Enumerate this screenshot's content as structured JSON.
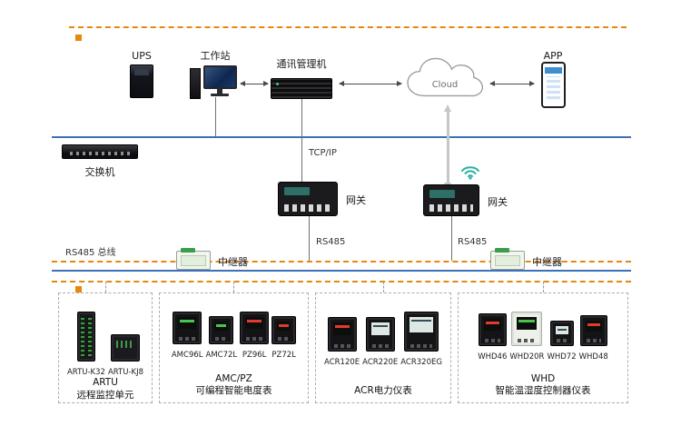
{
  "colors": {
    "bus_orange": "#E8860D",
    "ethernet_blue": "#3E6FB8",
    "wifi_teal": "#2AB0A5"
  },
  "top": {
    "ups": "UPS",
    "workstation": "工作站",
    "comm_manager": "通讯管理机",
    "cloud": "Cloud",
    "app": "APP"
  },
  "mid": {
    "switch": "交换机",
    "tcpip": "TCP/IP",
    "gateway1": "网关",
    "gateway2": "网关",
    "rs485_bus": "RS485 总线",
    "rs485_left": "RS485",
    "rs485_right": "RS485",
    "repeater1": "中继器",
    "repeater2": "中继器"
  },
  "groups": [
    {
      "devices": [
        "ARTU-K32",
        "ARTU-KJ8"
      ],
      "title1": "ARTU",
      "title2": "远程监控单元"
    },
    {
      "devices": [
        "AMC96L",
        "AMC72L",
        "PZ96L",
        "PZ72L"
      ],
      "title1": "AMC/PZ",
      "title2": "可编程智能电度表"
    },
    {
      "devices": [
        "ACR120E",
        "ACR220E",
        "ACR320EG"
      ],
      "title1": "",
      "title2": "ACR电力仪表"
    },
    {
      "devices": [
        "WHD46",
        "WHD20R",
        "WHD72",
        "WHD48"
      ],
      "title1": "WHD",
      "title2": "智能温湿度控制器仪表"
    }
  ]
}
